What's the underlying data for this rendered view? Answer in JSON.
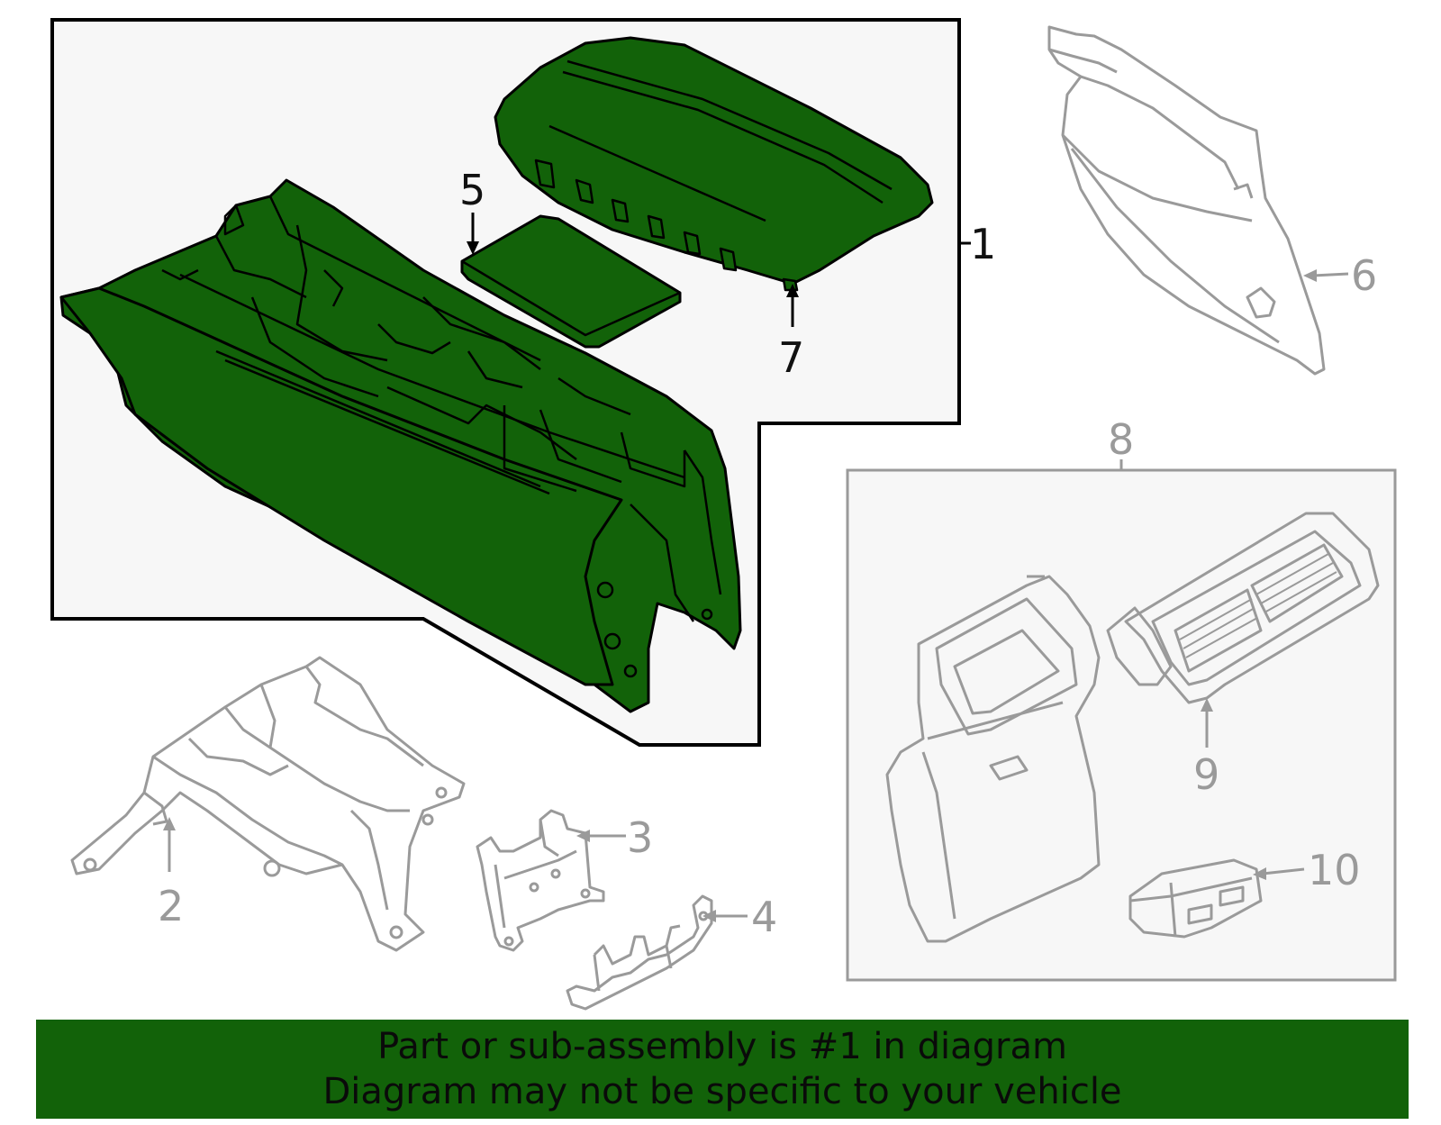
{
  "diagram": {
    "colors": {
      "highlight": "#126209",
      "background_box": "#f7f7f7",
      "active_line": "#000000",
      "inactive_line": "#9a9a9a",
      "banner": "#126209"
    },
    "callouts": {
      "c1": "1",
      "c2": "2",
      "c3": "3",
      "c4": "4",
      "c5": "5",
      "c6": "6",
      "c7": "7",
      "c8": "8",
      "c9": "9",
      "c10": "10"
    },
    "highlighted_part": "1"
  },
  "banner": {
    "line1": "Part or sub-assembly is #1 in diagram",
    "line2": "Diagram may not be specific to your vehicle"
  }
}
